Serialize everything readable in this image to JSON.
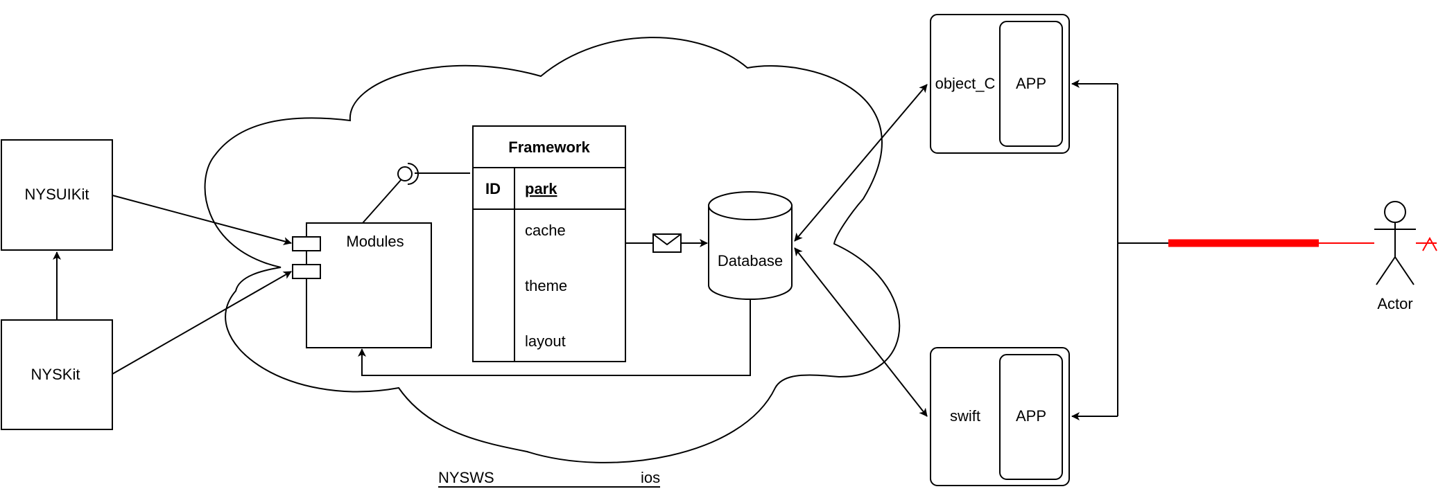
{
  "nodes": {
    "nysuikit": "NYSUIKit",
    "nyskit": "NYSKit",
    "modules": "Modules",
    "database": "Database",
    "object_c": "object_C",
    "swift": "swift",
    "app_top": "APP",
    "app_bottom": "APP",
    "actor": "Actor"
  },
  "framework": {
    "title": "Framework",
    "id_header": "ID",
    "key_header": "park",
    "rows": [
      "cache",
      "theme",
      "layout"
    ]
  },
  "footer": {
    "left": "NYSWS",
    "right": "ios"
  },
  "colors": {
    "stroke": "#000000",
    "highlight": "#ff0000"
  }
}
